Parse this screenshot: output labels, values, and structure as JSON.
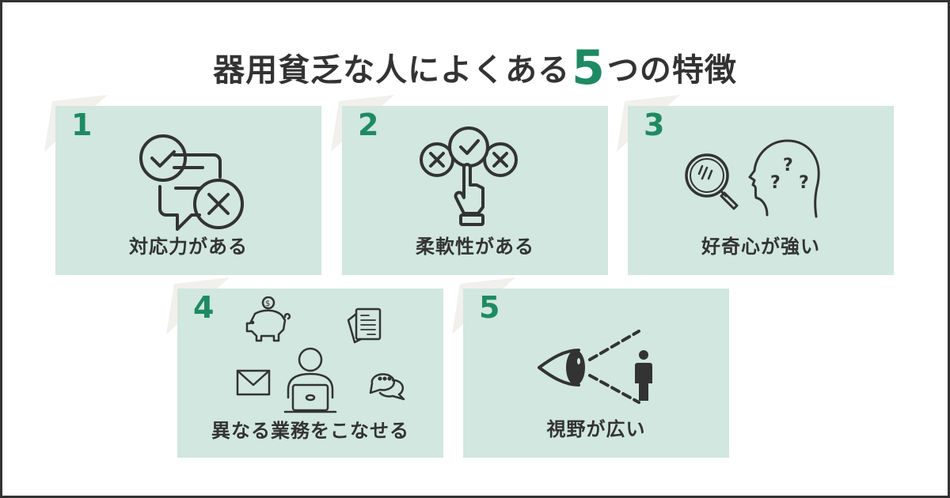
{
  "title": {
    "before": "器用貧乏な人によくある",
    "number": "5",
    "after": "つの特徴"
  },
  "colors": {
    "accent": "#1e8a63",
    "card_bg": "#d1e7df",
    "tab_bg": "#f1f0ec",
    "text": "#333333",
    "border": "#333333"
  },
  "items": [
    {
      "number": "1",
      "label": "対応力がある",
      "icon": "chat-check-cross-icon"
    },
    {
      "number": "2",
      "label": "柔軟性がある",
      "icon": "hand-select-check-icon"
    },
    {
      "number": "3",
      "label": "好奇心が強い",
      "icon": "magnifier-head-question-icon"
    },
    {
      "number": "4",
      "label": "異なる業務をこなせる",
      "icon": "multitask-laptop-icon"
    },
    {
      "number": "5",
      "label": "視野が広い",
      "icon": "eye-wide-view-icon"
    }
  ]
}
